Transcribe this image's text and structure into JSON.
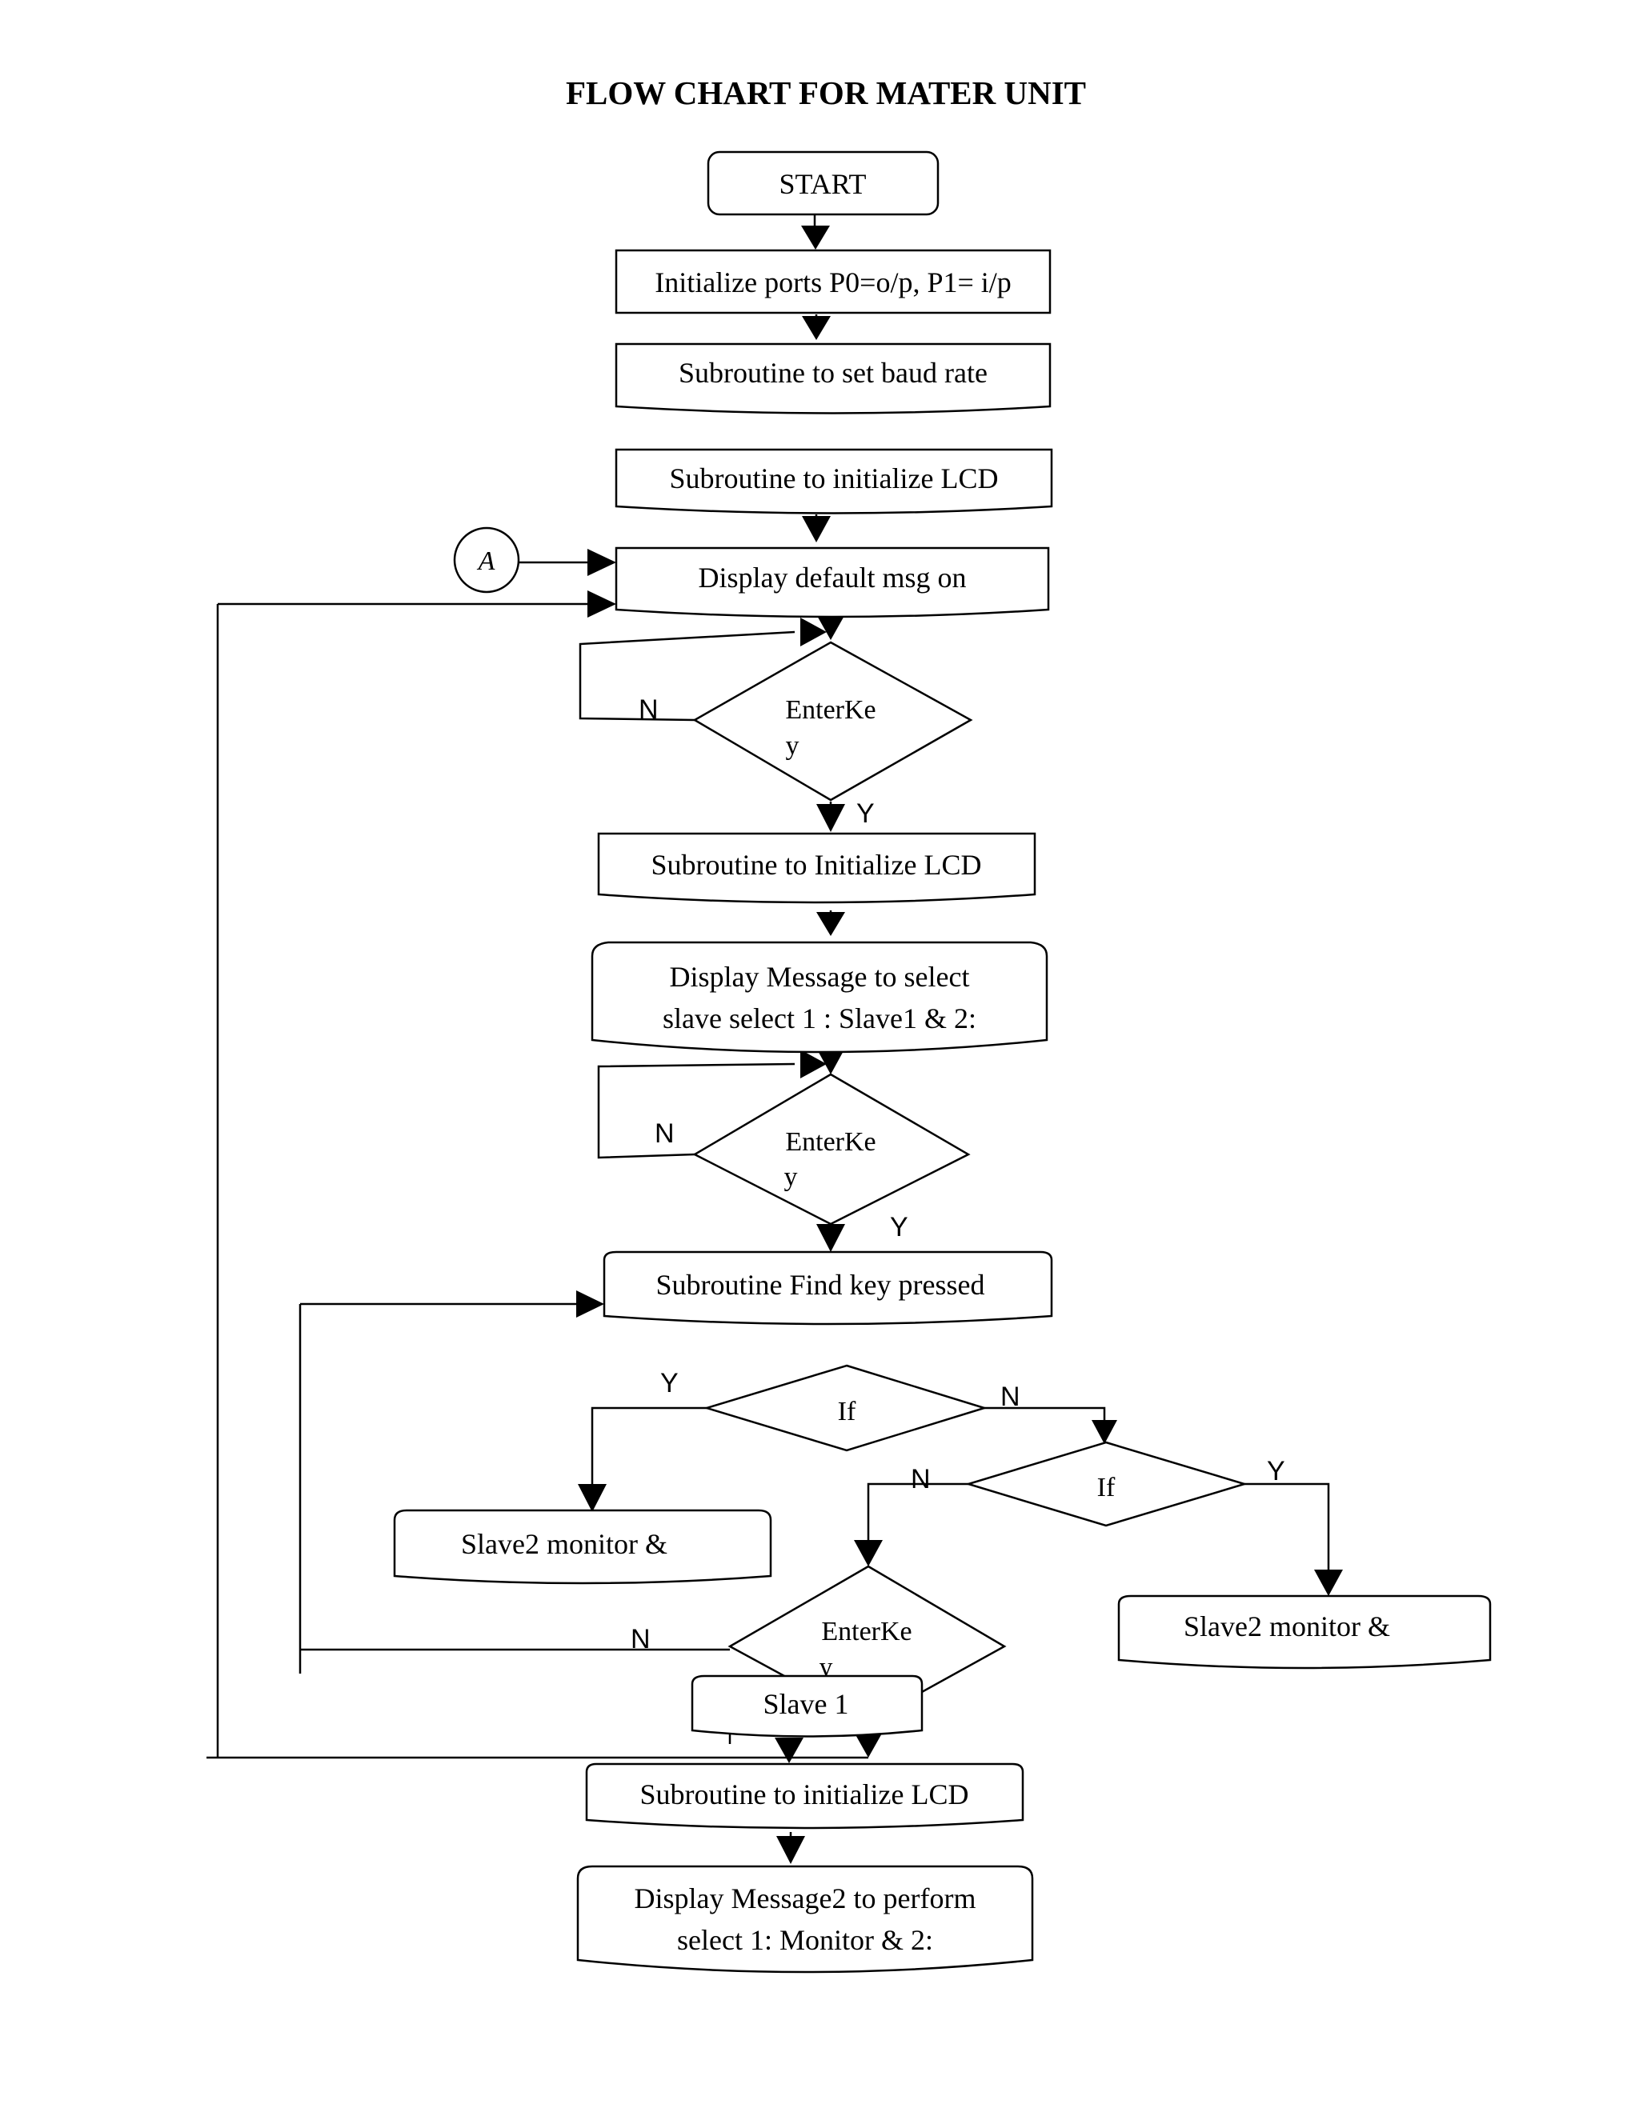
{
  "title": "FLOW CHART FOR MATER UNIT",
  "nodes": {
    "start": "START",
    "init_ports": "Initialize ports P0=o/p, P1= i/p",
    "set_baud": "Subroutine to set baud rate",
    "init_lcd_1": "Subroutine to initialize LCD",
    "connector": "A",
    "default_msg": "Display default msg on",
    "enter_key_1": [
      "EnterKe",
      "y"
    ],
    "init_lcd_2": "Subroutine to Initialize LCD",
    "select_msg": [
      "Display Message to select",
      "slave select 1 : Slave1 & 2:"
    ],
    "enter_key_2": [
      "EnterKe",
      "y"
    ],
    "find_key": "Subroutine Find key pressed",
    "if_1": "If",
    "if_2": "If",
    "slave2_left": "Slave2 monitor &",
    "slave2_right": "Slave2 monitor &",
    "enter_key_3": [
      "EnterKe",
      "y"
    ],
    "slave1": "Slave 1",
    "init_lcd_3": "Subroutine to initialize LCD",
    "msg2": [
      "Display Message2 to perform",
      "select 1:  Monitor & 2:"
    ]
  },
  "edge_labels": {
    "n1": "N",
    "y1": "Y",
    "n2": "N",
    "y2": "Y",
    "y3": "Y",
    "n3": "N",
    "n4": "N",
    "y4": "Y",
    "n5": "N"
  }
}
